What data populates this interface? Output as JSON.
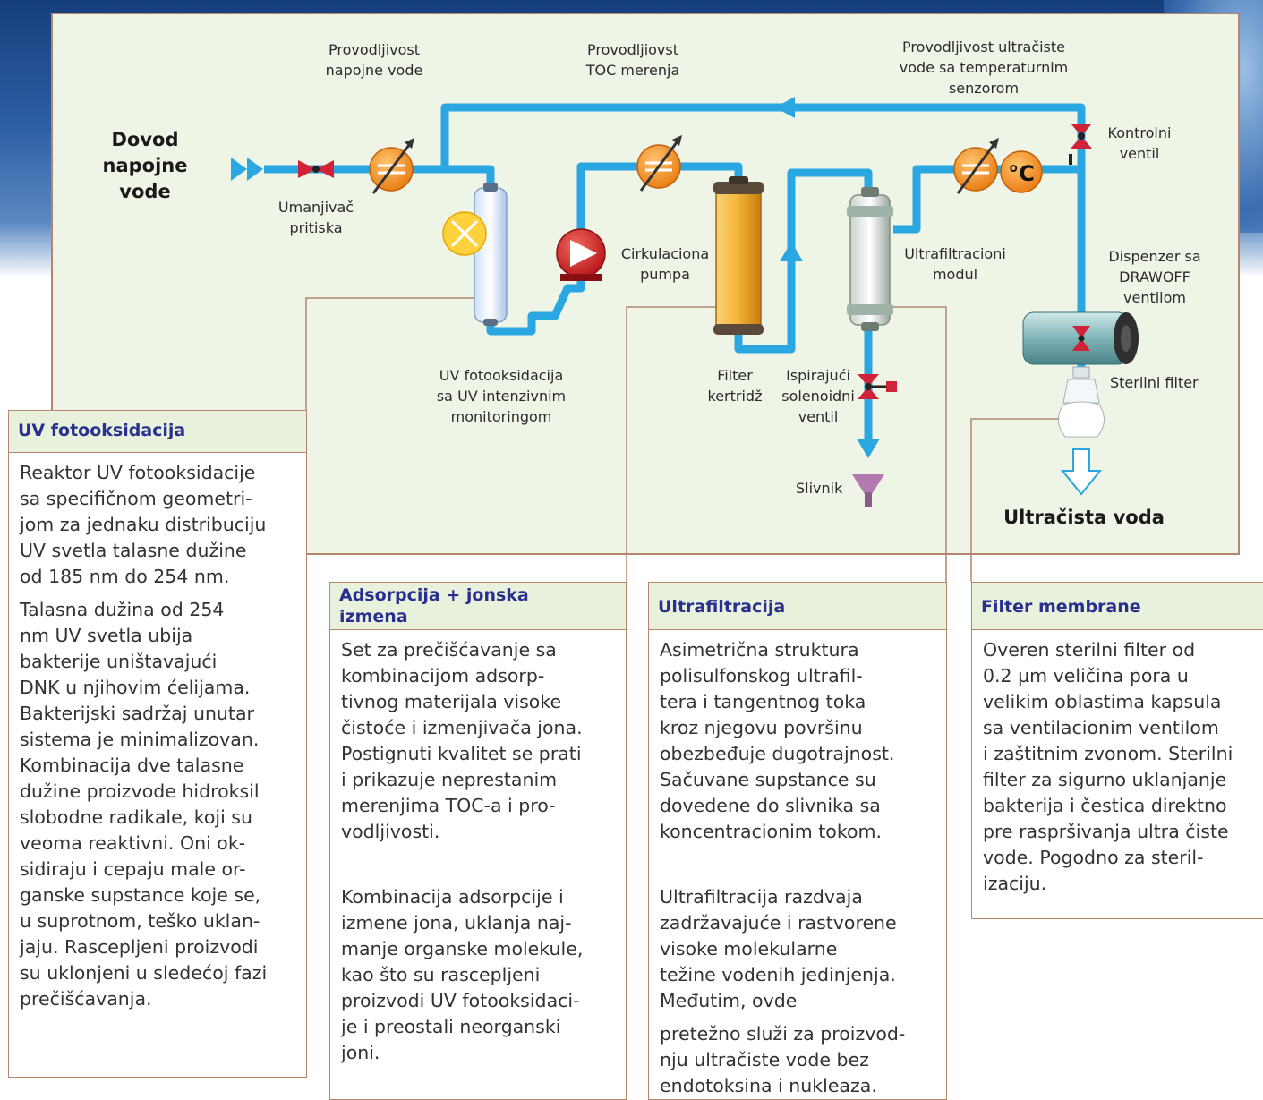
{
  "diagram": {
    "labels": {
      "feed_water": [
        "Dovod",
        "napojne",
        "vode"
      ],
      "pressure_reducer": [
        "Umanjivač",
        "pritiska"
      ],
      "feed_conductivity": [
        "Provodljivost",
        "napojne vode"
      ],
      "toc_conductivity": [
        "Provodljiovst",
        "TOC merenja"
      ],
      "ultrapure_conductivity": [
        "Provodljivost ultračiste",
        "vode sa temperaturnim",
        "senzorom"
      ],
      "control_valve": [
        "Kontrolni",
        "ventil"
      ],
      "circulation_pump": [
        "Cirkulaciona",
        "pumpa"
      ],
      "uf_module": [
        "Ultrafiltracioni",
        "modul"
      ],
      "dispenser": [
        "Dispenzer sa",
        "DRAWOFF",
        "ventilom"
      ],
      "uv_photooxidation": [
        "UV fotooksidacija",
        "sa UV intenzivnim",
        "monitoringom"
      ],
      "filter_cartridge": [
        "Filter",
        "kertridž"
      ],
      "flush_valve": [
        "Ispirajući",
        "solenoidni",
        "ventil"
      ],
      "sterile_filter": "Sterilni filter",
      "drain": "Slivnik",
      "ultrapure_water": "Ultračista voda",
      "celsius": "°C"
    }
  },
  "boxes": {
    "uv": {
      "title": "UV fotooksidacija",
      "paragraphs": [
        [
          "Reaktor UV fotooksidacije",
          "sa specifičnom geometri-",
          "jom za jednaku distribuciju",
          "UV svetla talasne dužine",
          "od 185 nm do 254 nm."
        ],
        [
          "Talasna dužina od 254",
          "nm UV svetla ubija",
          "bakterije uništavajući",
          "DNK u njihovim ćelijama.",
          "Bakterijski sadržaj unutar",
          "sistema je minimalizovan.",
          "Kombinacija dve talasne",
          "dužine proizvode hidroksil",
          "slobodne radikale, koji su",
          "veoma reaktivni. Oni ok-",
          "sidiraju i cepaju male or-",
          "ganske supstance koje se,",
          "u suprotnom, teško uklan-",
          "jaju. Rascepljeni proizvodi",
          "su uklonjeni u sledećoj fazi",
          "prečišćavanja."
        ]
      ]
    },
    "adsorption": {
      "title": [
        "Adsorpcija + jonska",
        "izmena"
      ],
      "paragraphs": [
        [
          "Set za prečišćavanje sa",
          "kombinacijom adsorp-",
          "tivnog materijala visoke",
          "čistoće i izmenjivača jona.",
          "Postignuti kvalitet se prati",
          "i prikazuje neprestanim",
          "merenjima TOC-a i pro-",
          "vodljivosti."
        ],
        [
          "Kombinacija adsorpcije i",
          "izmene jona, uklanja naj-",
          "manje organske molekule,",
          "kao što su rascepljeni",
          "proizvodi UV fotooksidaci-",
          "je i preostali neorganski",
          "joni."
        ]
      ]
    },
    "ultrafiltration": {
      "title": "Ultrafiltracija",
      "paragraphs": [
        [
          "Asimetrična struktura",
          "polisulfonskog ultrafil-",
          "tera i tangentnog toka",
          "kroz njegovu površinu",
          "obezbeđuje dugotrajnost.",
          "Sačuvane supstance su",
          "dovedene do slivnika sa",
          "koncentracionim tokom."
        ],
        [
          "Ultrafiltracija razdvaja",
          "zadržavajuće i rastvorene",
          "visoke molekularne",
          "težine vodenih jedinjenja.",
          "Međutim, ovde"
        ],
        [
          "pretežno služi za proizvod-",
          "nju ultračiste vode bez",
          "endotoksina i nukleaza."
        ]
      ]
    },
    "membrane": {
      "title": "Filter membrane",
      "paragraphs": [
        [
          "Overen sterilni filter od",
          "0.2 µm veličina pora u",
          "velikim oblastima kapsula",
          "sa ventilacionim ventilom",
          "i zaštitnim zvonom. Sterilni",
          "filter za sigurno uklanjanje",
          "bakterija i čestica direktno",
          "pre raspršivanja ultra čiste",
          "vode. Pogodno za steril-",
          "izaciju."
        ]
      ]
    }
  },
  "colors": {
    "pipe": "#2aa6e0",
    "panel_bg": "#eef4e6",
    "frame": "#b4866c",
    "box_title": "#2a2f8f",
    "box_head_bg": "#e8f1dc",
    "meter": "#f08a1e",
    "valve": "#d0233a",
    "pump": "#d8232a",
    "cartridge": "#f5b73a",
    "uv_lamp": "#ffd23c"
  }
}
